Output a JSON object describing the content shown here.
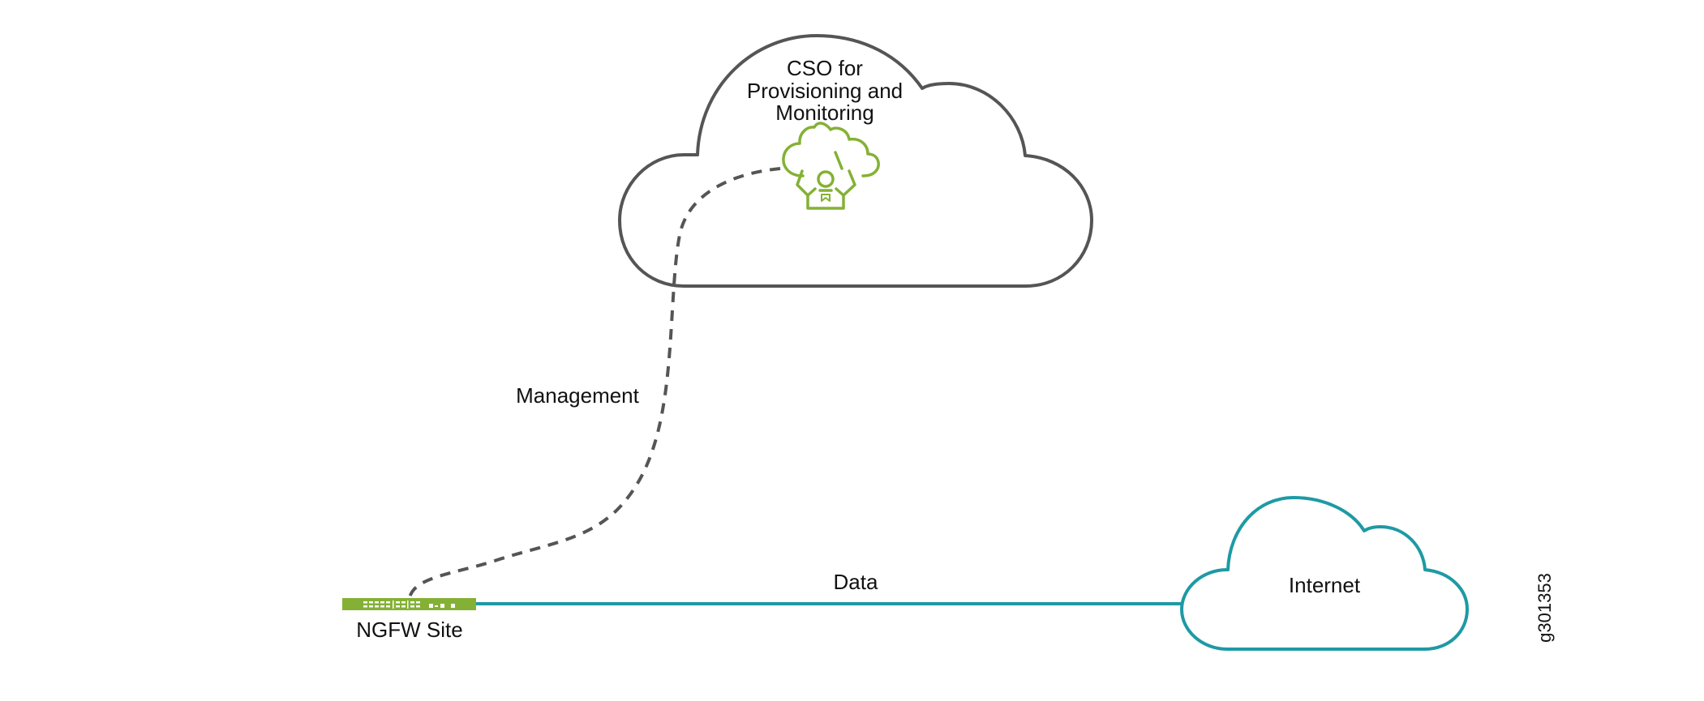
{
  "diagram": {
    "title": "NGFW Site managed by CSO",
    "nodes": {
      "cso_cloud": {
        "label_lines": [
          "CSO for",
          "Provisioning and",
          "Monitoring"
        ],
        "icon": "cloud-orchestrator-icon",
        "stroke_color": "#555555"
      },
      "internet_cloud": {
        "label": "Internet",
        "stroke_color": "#1e9aa4"
      },
      "ngfw_device": {
        "label": "NGFW Site",
        "icon": "firewall-device-icon",
        "fill_color": "#84b135"
      }
    },
    "links": {
      "management": {
        "label": "Management",
        "style": "dashed",
        "from": "NGFW Site",
        "to": "CSO for Provisioning and Monitoring",
        "color": "#555555"
      },
      "data": {
        "label": "Data",
        "style": "solid",
        "from": "NGFW Site",
        "to": "Internet",
        "color": "#1e9aa4"
      }
    },
    "icon_color": "#84b135",
    "figure_id": "g301353"
  }
}
